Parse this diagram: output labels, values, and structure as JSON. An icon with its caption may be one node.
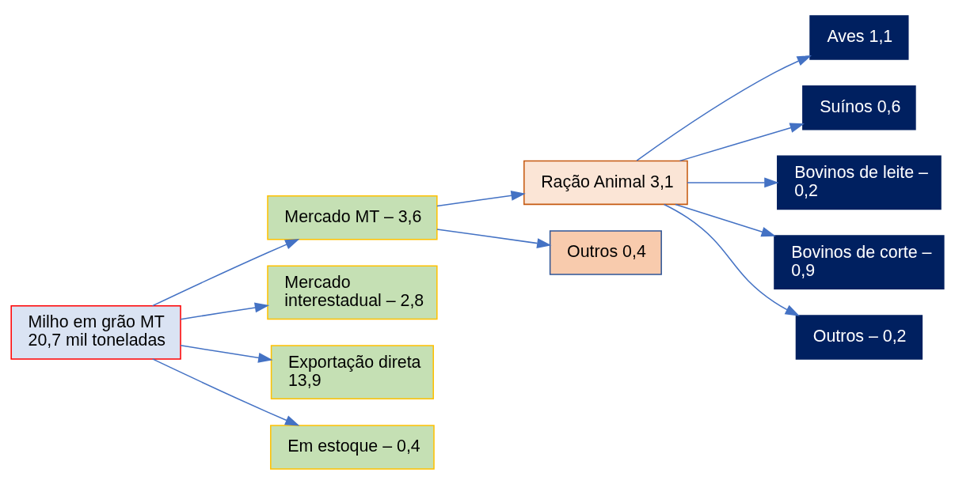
{
  "diagram": {
    "nodes": [
      {
        "text": [
          "Milho em grão MT 20,7 mil toneladas"
        ]
      },
      {
        "text": [
          "Mercado MT – 3,6"
        ]
      },
      {
        "text": [
          "Mercado interestadual – 2,8"
        ]
      },
      {
        "text": [
          "Exportação direta 13,9"
        ]
      },
      {
        "text": [
          "Em estoque – 0,4"
        ]
      },
      {
        "text": [
          "Ração Animal 3,1"
        ]
      },
      {
        "text": [
          "Outros 0,4"
        ]
      },
      {
        "text": [
          "Aves 1,1"
        ]
      },
      {
        "text": [
          "Suínos 0,6"
        ]
      },
      {
        "text": [
          "Bovinos de leite – 0,2"
        ]
      },
      {
        "text": [
          "Bovinos de corte – 0,9"
        ]
      },
      {
        "text": [
          "Outros – 0,2"
        ]
      }
    ],
    "edges": [
      {
        "from": 0,
        "to": 1,
        "arrow": "to"
      },
      {
        "from": 0,
        "to": 2,
        "arrow": "to"
      },
      {
        "from": 0,
        "to": 3,
        "arrow": "to"
      },
      {
        "from": 0,
        "to": 4,
        "arrow": "to"
      },
      {
        "from": 1,
        "to": 5,
        "arrow": "to"
      },
      {
        "from": 1,
        "to": 6,
        "arrow": "to"
      },
      {
        "from": 5,
        "to": 7,
        "arrow": "to"
      },
      {
        "from": 5,
        "to": 8,
        "arrow": "to"
      },
      {
        "from": 5,
        "to": 9,
        "arrow": "to"
      },
      {
        "from": 5,
        "to": 10,
        "arrow": "to"
      },
      {
        "from": 5,
        "to": 11,
        "arrow": "to"
      }
    ]
  }
}
